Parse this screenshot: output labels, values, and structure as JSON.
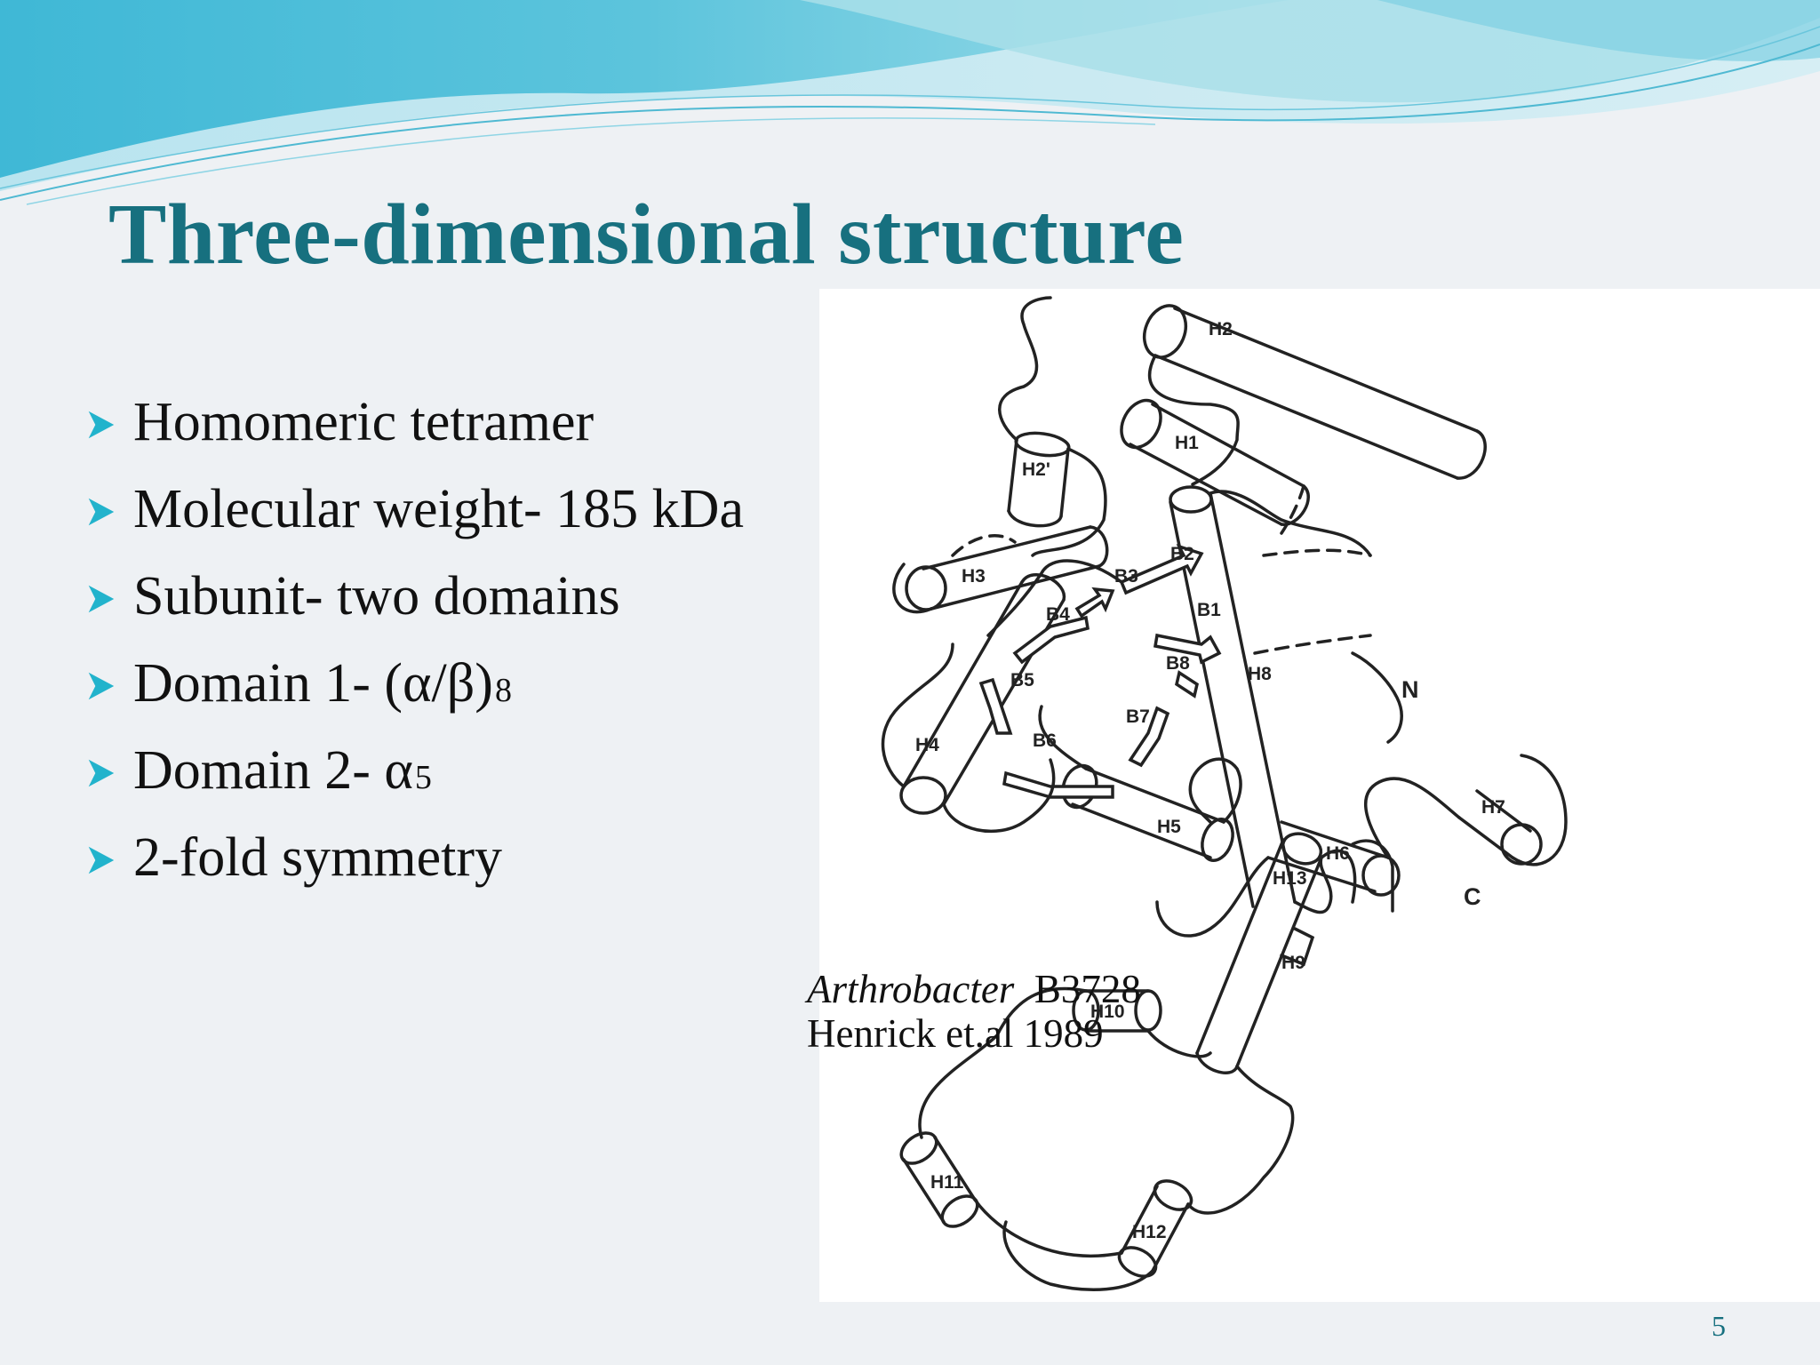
{
  "slide": {
    "title": "Three-dimensional structure",
    "page_number": "5",
    "accent_color": "#17707f",
    "bullet_icon": "arrow-bullet-icon",
    "bullets": [
      {
        "text": "Homomeric tetramer",
        "sub": ""
      },
      {
        "text": "Molecular weight- 185 kDa",
        "sub": ""
      },
      {
        "text": "Subunit- two domains",
        "sub": ""
      },
      {
        "text": "Domain 1- (α/β)",
        "sub": "8"
      },
      {
        "text": "Domain 2- α",
        "sub": "5"
      },
      {
        "text": "2-fold symmetry",
        "sub": ""
      }
    ],
    "caption": {
      "organism": "Arthrobacter",
      "strain": "B3728",
      "citation": "Henrick et.al 1989"
    }
  },
  "diagram": {
    "helix_labels": [
      "H2",
      "H2'",
      "H1",
      "H3",
      "H4",
      "H5",
      "H6",
      "H7",
      "H8",
      "H9",
      "H10",
      "H11",
      "H12",
      "H13"
    ],
    "strand_labels": [
      "B1",
      "B2",
      "B3",
      "B4",
      "B5",
      "B6",
      "B7",
      "B8"
    ],
    "terminus_labels": [
      "N",
      "C"
    ]
  }
}
